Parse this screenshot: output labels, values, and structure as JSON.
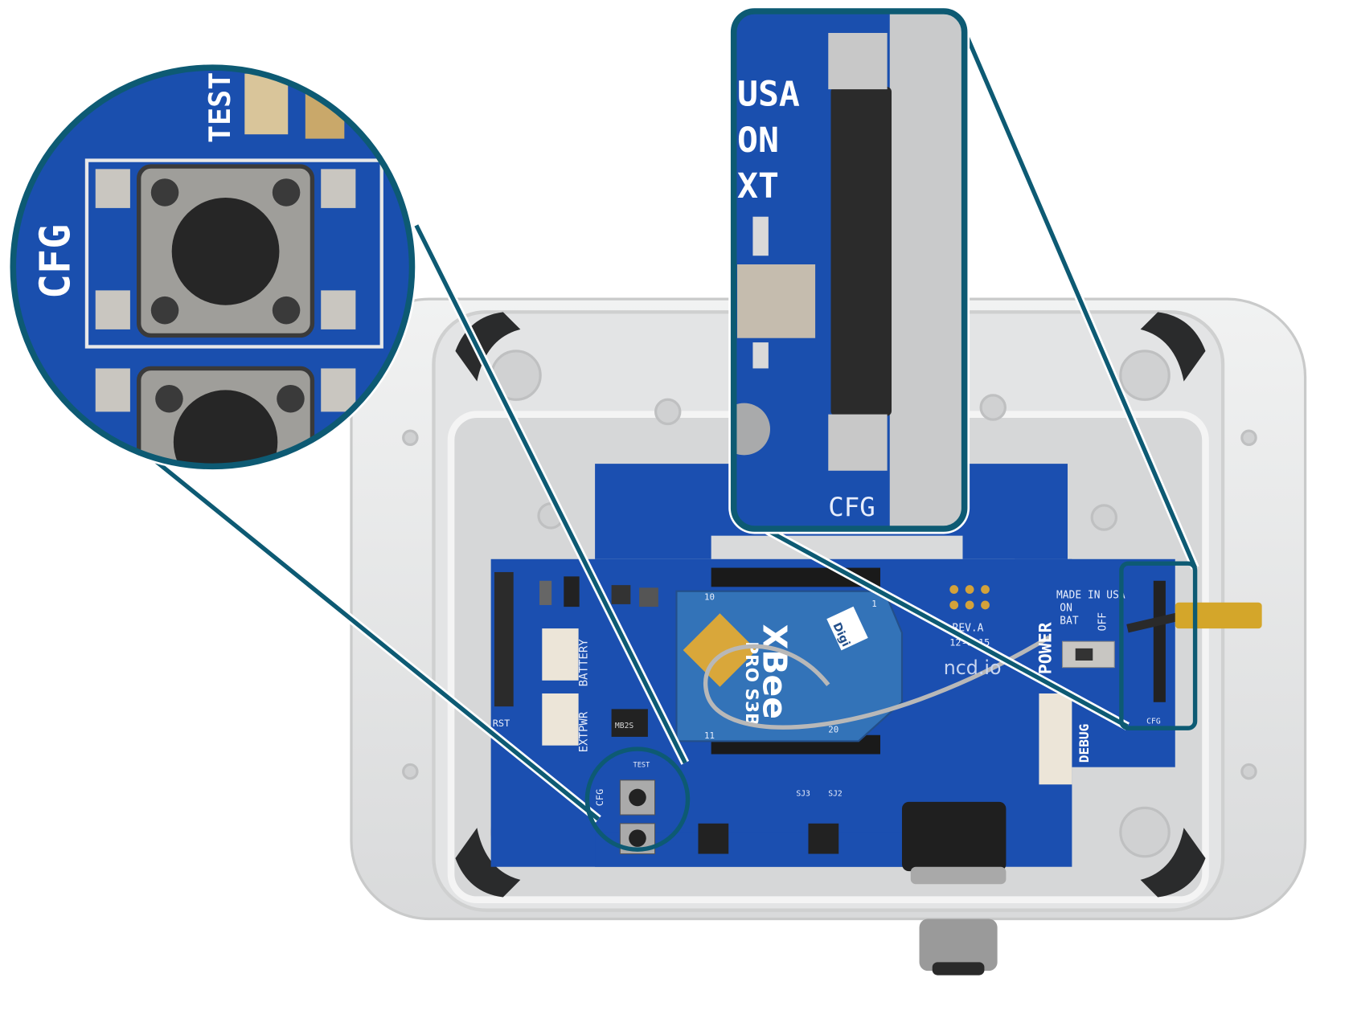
{
  "board": {
    "cfg": "CFG",
    "test": "TEST",
    "rst": "RST",
    "battery": "BATTERY",
    "extpwr": "EXTPWR",
    "debug": "DEBUG",
    "power": "POWER",
    "made_in": "MADE IN USA",
    "on": "ON",
    "bat": "BAT",
    "off": "OFF",
    "rev": "REV.A",
    "date": "12-8-15",
    "brand": "ncd.io",
    "ic_label": "MB2S",
    "sj3": "SJ3",
    "sj2": "SJ2"
  },
  "module": {
    "name": "XBee",
    "model": "PRO S3B",
    "maker": "Digi",
    "pin1": "1",
    "pin10": "10",
    "pin11": "11",
    "pin20": "20"
  },
  "zoom_left": {
    "cfg": "CFG",
    "test": "TEST"
  },
  "zoom_right": {
    "usa": "USA",
    "on": "ON",
    "ext": "XT",
    "cfg": "CFG"
  },
  "colors": {
    "pcb": "#1b4fb0",
    "callout": "#0d5a73",
    "enclosure": "#e6e7e8"
  }
}
